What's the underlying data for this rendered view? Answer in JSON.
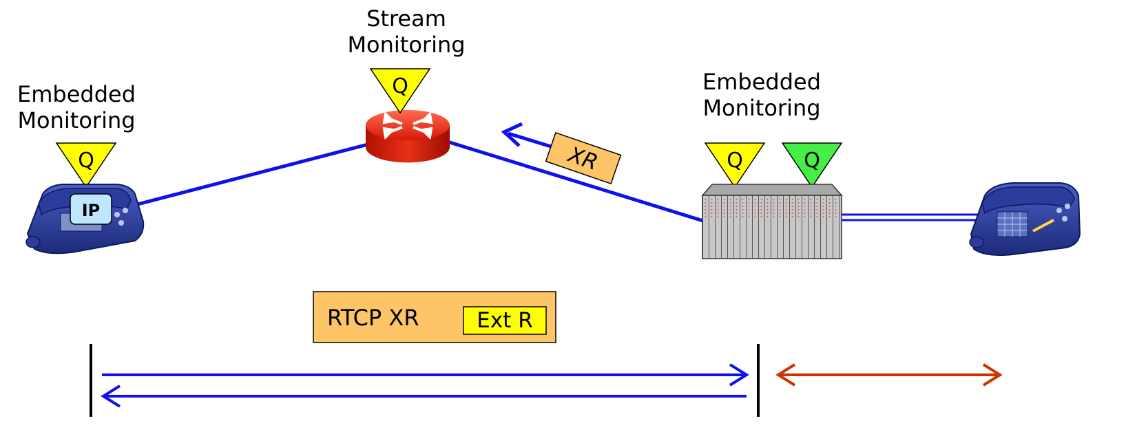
{
  "labels": {
    "stream_line1": "Stream",
    "stream_line2": "Monitoring",
    "embedded_left_line1": "Embedded",
    "embedded_left_line2": "Monitoring",
    "embedded_right_line1": "Embedded",
    "embedded_right_line2": "Monitoring"
  },
  "markers": {
    "q_letter": "Q",
    "ip_badge": "IP",
    "xr_packet": "XR"
  },
  "legend_box": {
    "main": "RTCP XR",
    "tag": "Ext R"
  },
  "colors": {
    "ip_link": "#1010ee",
    "pstn_link": "#1010ee",
    "pstn_arrow": "#cc3300",
    "q_yellow": "#ffff00",
    "q_green": "#44ee44",
    "router_red": "#e82010",
    "packet_orange": "#fdc568"
  },
  "icons": [
    "ip-phone-icon",
    "router-icon",
    "gateway-icon",
    "phone-icon"
  ]
}
